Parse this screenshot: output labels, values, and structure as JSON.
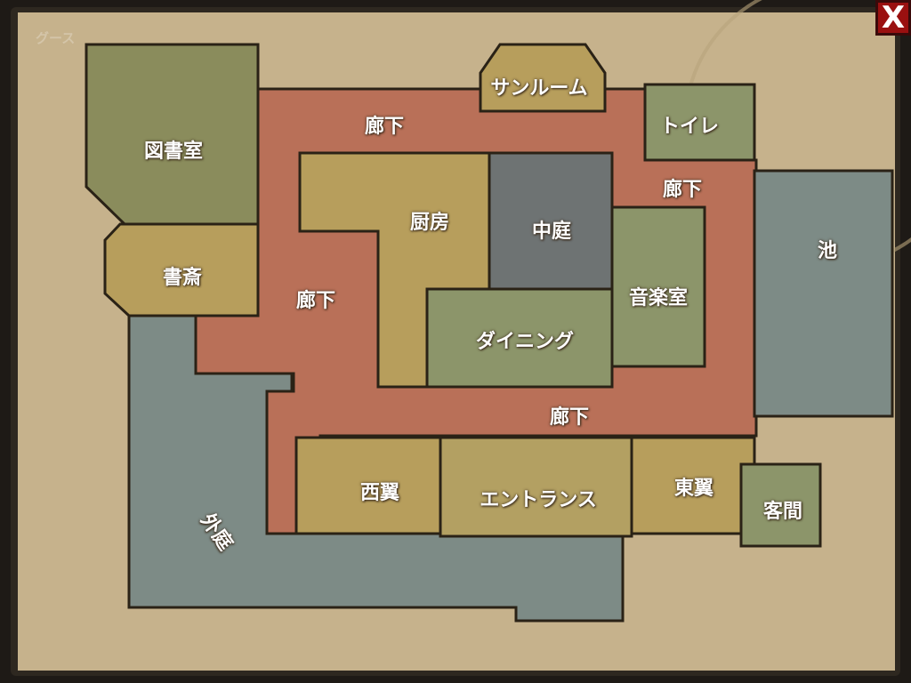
{
  "faded_tab_label": "グース",
  "close_button": {
    "icon": "close-x-icon",
    "label": "X"
  },
  "colors": {
    "parchment": "#c6b28c",
    "corridor": "#b97058",
    "yellow_room": "#b79e5c",
    "green_room": "#8c956a",
    "gray_room": "#6e7373",
    "water_garden": "#7d8b86",
    "frame": "#2a2520",
    "close_red": "#9a1010"
  },
  "rooms": [
    {
      "id": "library",
      "label": "図書室"
    },
    {
      "id": "study",
      "label": "書斎"
    },
    {
      "id": "corridor-top",
      "label": "廊下"
    },
    {
      "id": "sunroom",
      "label": "サンルーム"
    },
    {
      "id": "toilet",
      "label": "トイレ"
    },
    {
      "id": "corridor-right",
      "label": "廊下"
    },
    {
      "id": "kitchen",
      "label": "厨房"
    },
    {
      "id": "courtyard",
      "label": "中庭"
    },
    {
      "id": "pond",
      "label": "池"
    },
    {
      "id": "corridor-left",
      "label": "廊下"
    },
    {
      "id": "music-room",
      "label": "音楽室"
    },
    {
      "id": "dining",
      "label": "ダイニング"
    },
    {
      "id": "corridor-bottom",
      "label": "廊下"
    },
    {
      "id": "west-wing",
      "label": "西翼"
    },
    {
      "id": "entrance",
      "label": "エントランス"
    },
    {
      "id": "east-wing",
      "label": "東翼"
    },
    {
      "id": "guest-room",
      "label": "客間"
    },
    {
      "id": "outer-garden",
      "label": "外庭"
    }
  ]
}
